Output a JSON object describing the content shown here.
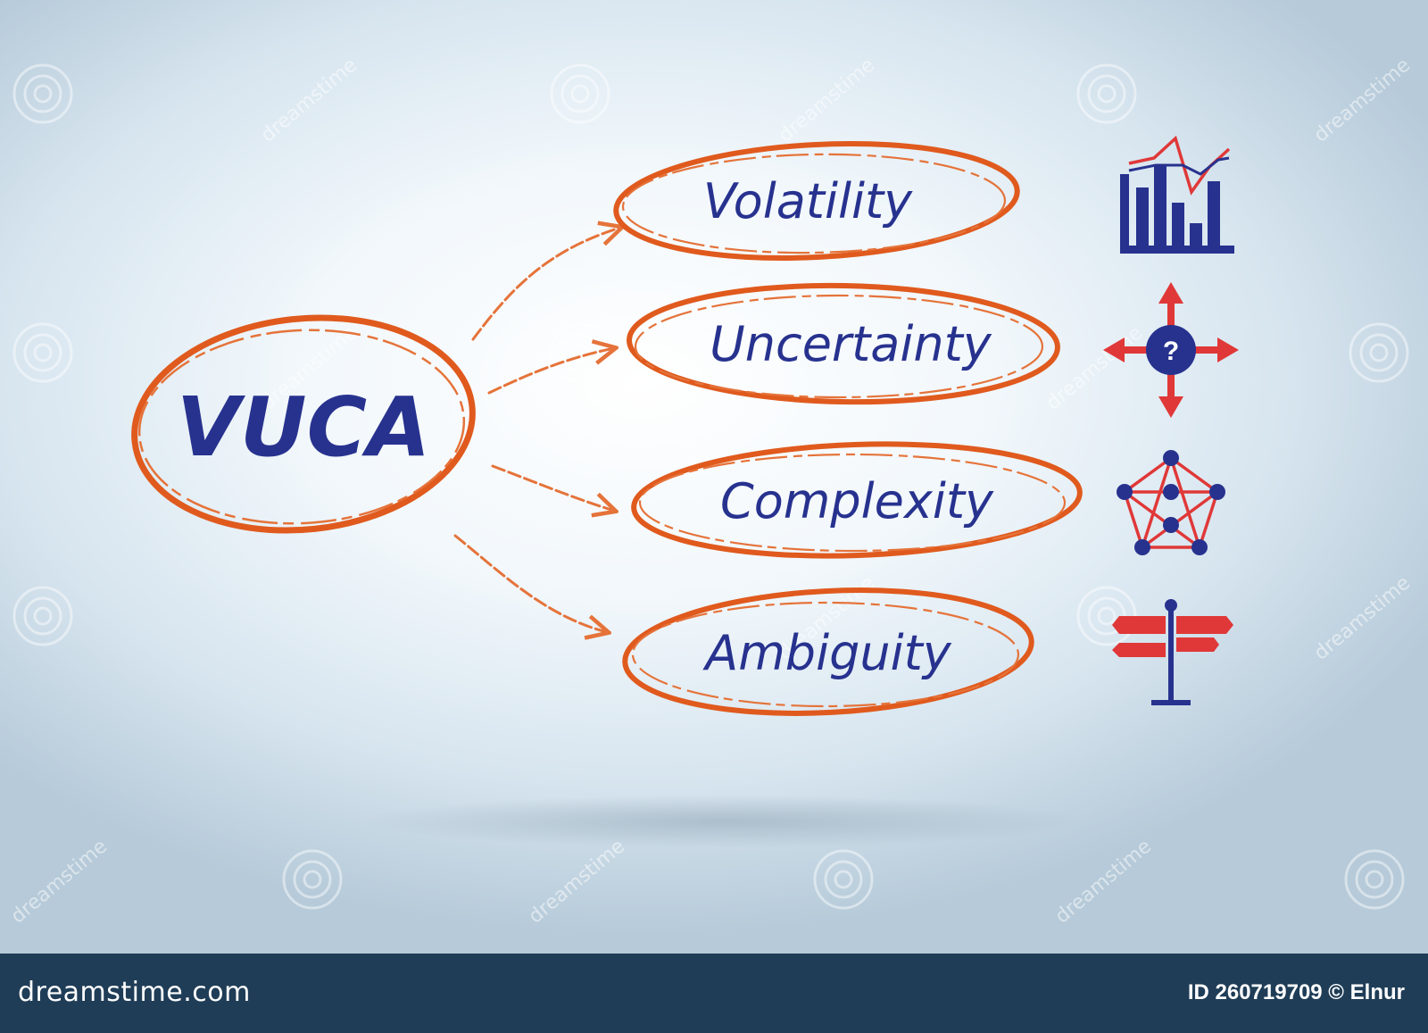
{
  "diagram": {
    "center": "VUCA",
    "branches": [
      {
        "label": "Volatility",
        "icon": "bar-chart-icon"
      },
      {
        "label": "Uncertainty",
        "icon": "question-arrows-icon"
      },
      {
        "label": "Complexity",
        "icon": "network-icon"
      },
      {
        "label": "Ambiguity",
        "icon": "signpost-icon"
      }
    ]
  },
  "watermark": {
    "text": "dreamstime"
  },
  "footer": {
    "brand": "dreamstime.com",
    "image_id": "ID 260719709 © Elnur"
  },
  "colors": {
    "ink_blue": "#27328f",
    "ellipse_orange": "#e05a1e",
    "icon_red": "#e03838",
    "footer_bg": "#1f3d57"
  }
}
